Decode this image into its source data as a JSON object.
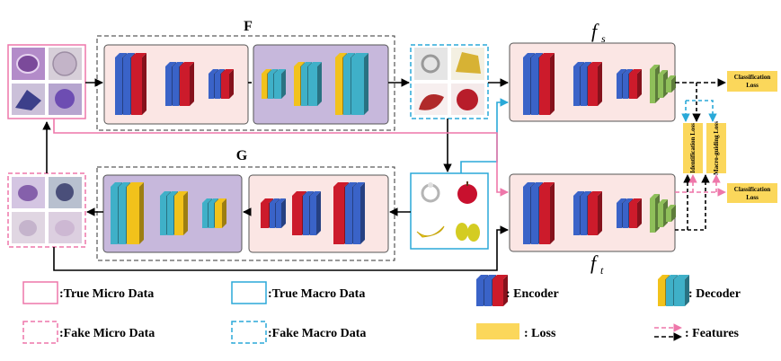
{
  "blocks": {
    "F": "F",
    "G": "G",
    "fs": "f",
    "fs_sub": "s",
    "ft": "f",
    "ft_sub": "t"
  },
  "losses": {
    "classification_top": "Classification",
    "classification_top_2": "Loss",
    "classification_bottom": "Classification",
    "classification_bottom_2": "Loss",
    "identification": "Identification Loss",
    "macro_guiding": "Macro-guiding Loss"
  },
  "legend": {
    "true_micro": ":True Micro Data",
    "fake_micro": ":Fake Micro Data",
    "true_macro": ":True Macro Data",
    "fake_macro": ":Fake Macro Data",
    "encoder": ": Encoder",
    "loss": ": Loss",
    "decoder": ": Decoder",
    "features": ": Features"
  },
  "colors": {
    "encoder_blue": "#3a63c8",
    "encoder_red": "#cc1b2b",
    "decoder_yellow": "#f2c21b",
    "decoder_teal": "#3fb0c8",
    "loss_yellow": "#fbd75b",
    "classifier_green": "#8fbf5a",
    "pink_panel": "#fbe6e4",
    "purple_panel": "#c7b8dc",
    "micro_pink": "#ee77aa",
    "macro_blue": "#2aa9d8"
  }
}
